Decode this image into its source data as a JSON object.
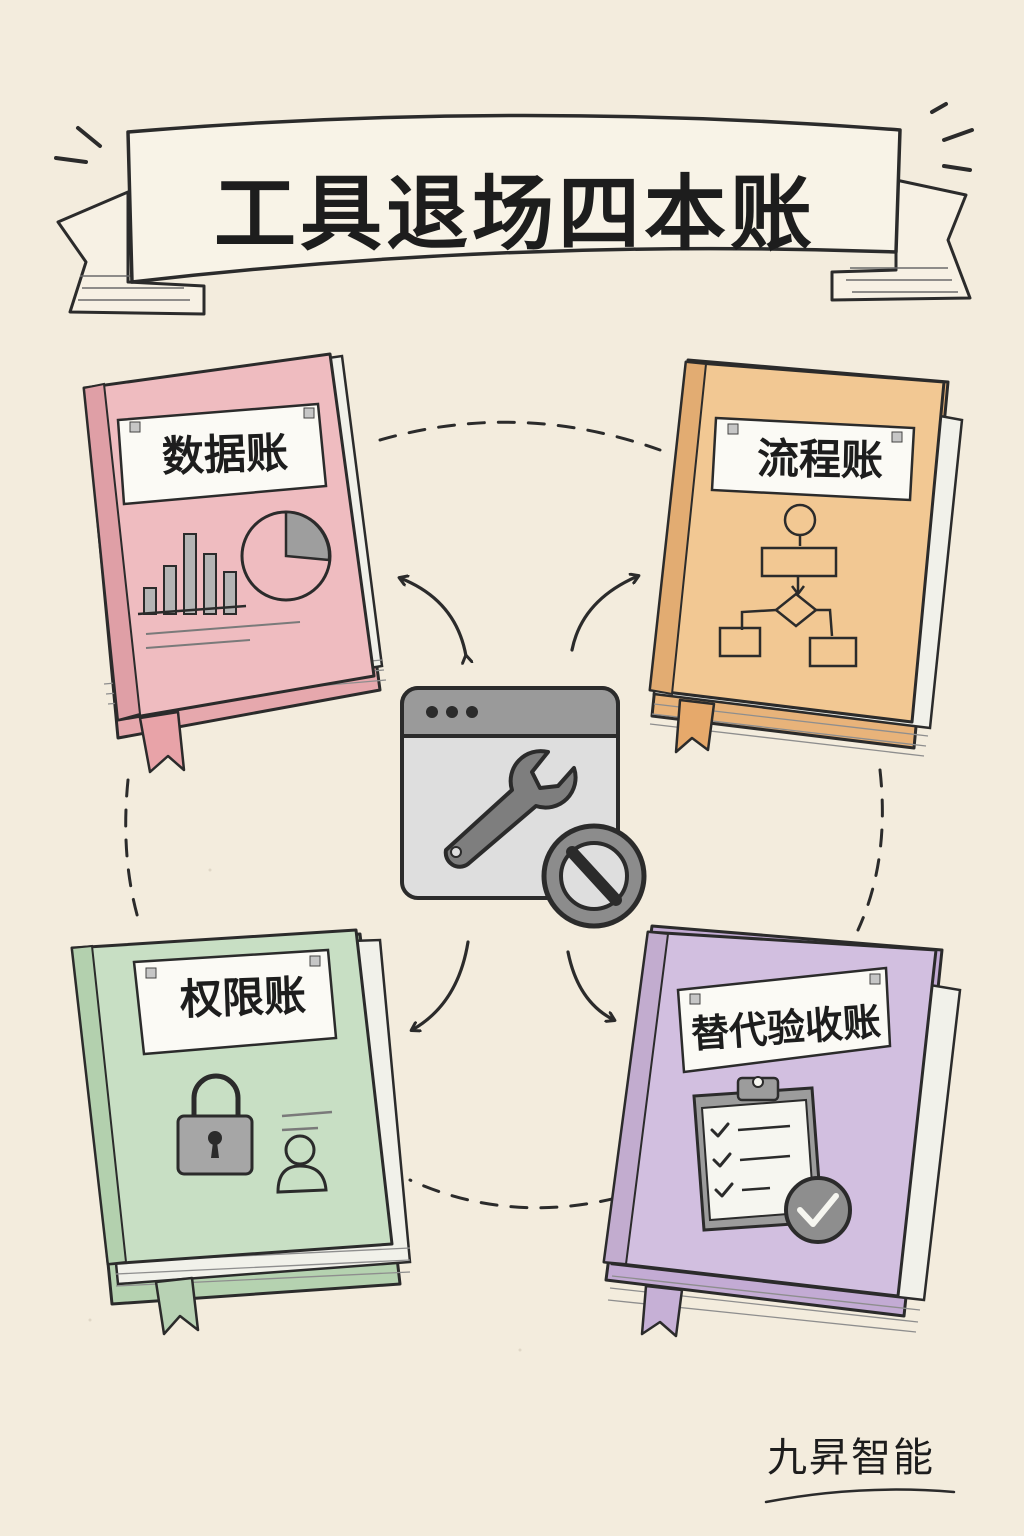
{
  "title": "工具退场四本账",
  "ledgers": [
    {
      "id": "data",
      "label": "数据账",
      "color": "#efbcc0",
      "icons": [
        "bar-chart-icon",
        "pie-chart-icon"
      ]
    },
    {
      "id": "process",
      "label": "流程账",
      "color": "#f2c893",
      "icons": [
        "flowchart-icon"
      ]
    },
    {
      "id": "permission",
      "label": "权限账",
      "color": "#c8dfc4",
      "icons": [
        "lock-icon",
        "user-icon"
      ]
    },
    {
      "id": "acceptance",
      "label": "替代验收账",
      "color": "#d2bfe0",
      "icons": [
        "clipboard-checklist-icon",
        "check-circle-icon"
      ]
    }
  ],
  "center": {
    "icons": [
      "browser-window-icon",
      "wrench-icon",
      "prohibited-icon"
    ],
    "color": "#dcdcdc"
  },
  "brand": "九昇智能",
  "colors": {
    "background": "#f3ecdd",
    "ink": "#2b2b2b",
    "banner": "#f7f1e4"
  }
}
